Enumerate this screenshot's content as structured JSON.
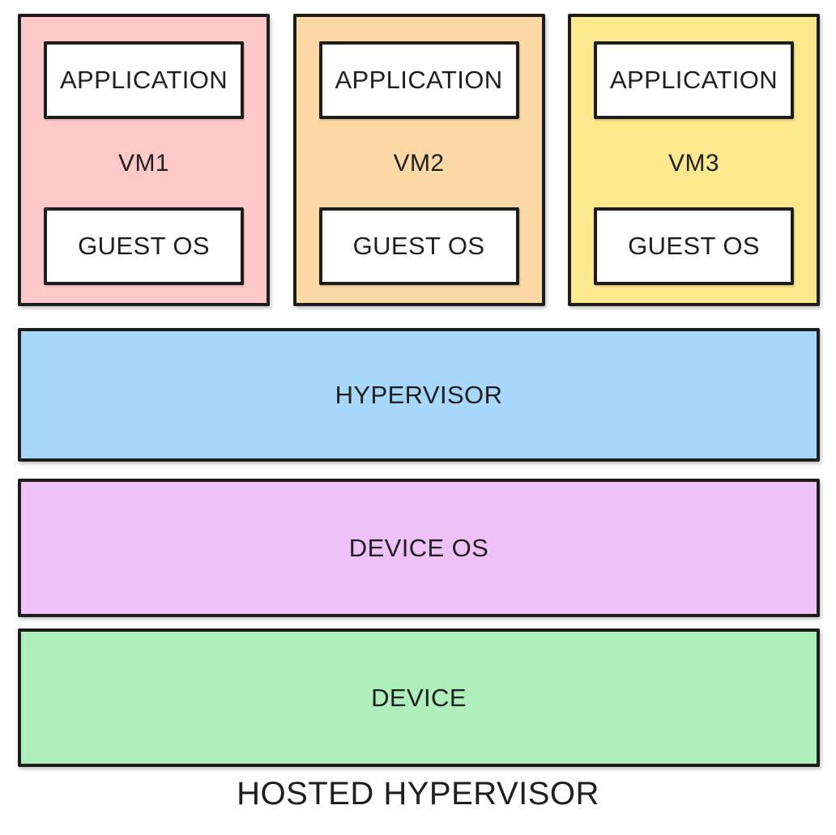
{
  "diagram": {
    "caption": "HOSTED HYPERVISOR",
    "vms": [
      {
        "label": "VM1",
        "application": "APPLICATION",
        "guest_os": "GUEST OS",
        "color": "#FFC9C9"
      },
      {
        "label": "VM2",
        "application": "APPLICATION",
        "guest_os": "GUEST OS",
        "color": "#FCD8A4"
      },
      {
        "label": "VM3",
        "application": "APPLICATION",
        "guest_os": "GUEST OS",
        "color": "#FCE88D"
      }
    ],
    "layers": [
      {
        "label": "HYPERVISOR",
        "color": "#A7D7FA"
      },
      {
        "label": "DEVICE OS",
        "color": "#EEC1F8"
      },
      {
        "label": "DEVICE",
        "color": "#AEEFBC"
      }
    ],
    "colors": {
      "border": "#1d1d1b",
      "text": "#1f1f1f",
      "background": "#ffffff",
      "inner_box": "#ffffff"
    }
  }
}
